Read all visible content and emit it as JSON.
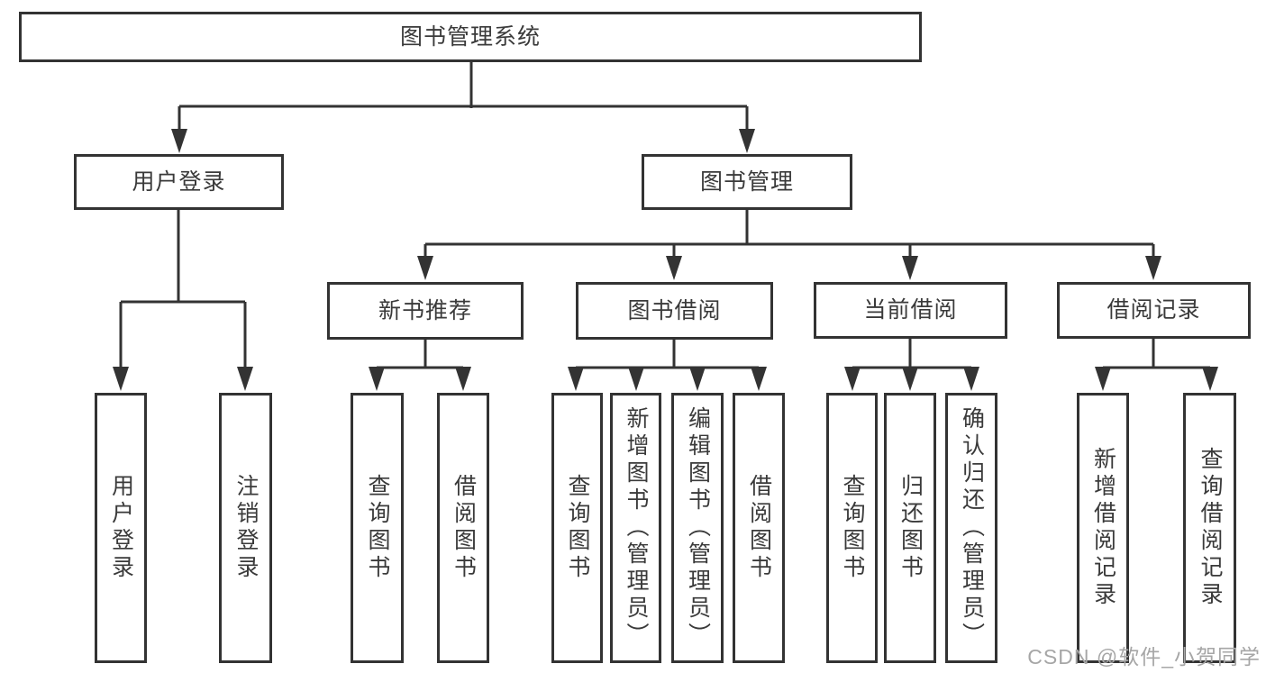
{
  "tree": {
    "root": {
      "label": "图书管理系统"
    },
    "branches": [
      {
        "label": "用户登录",
        "children": [
          {
            "label": "用户登录"
          },
          {
            "label": "注销登录"
          }
        ]
      },
      {
        "label": "图书管理",
        "children": [
          {
            "label": "新书推荐",
            "children": [
              {
                "label": "查询图书"
              },
              {
                "label": "借阅图书"
              }
            ]
          },
          {
            "label": "图书借阅",
            "children": [
              {
                "label": "查询图书"
              },
              {
                "label": "新增图书（管理员）"
              },
              {
                "label": "编辑图书（管理员）"
              },
              {
                "label": "借阅图书"
              }
            ]
          },
          {
            "label": "当前借阅",
            "children": [
              {
                "label": "查询图书"
              },
              {
                "label": "归还图书"
              },
              {
                "label": "确认归还（管理员）"
              }
            ]
          },
          {
            "label": "借阅记录",
            "children": [
              {
                "label": "新增借阅记录"
              },
              {
                "label": "查询借阅记录"
              }
            ]
          }
        ]
      }
    ]
  },
  "watermark": {
    "text": "CSDN @软件_小贺同学"
  },
  "colors": {
    "line": "#333333",
    "box_border": "#333333",
    "box_fill": "#ffffff",
    "text": "#3a3a3a",
    "watermark": "#a6a6a6",
    "background": "#ffffff"
  }
}
